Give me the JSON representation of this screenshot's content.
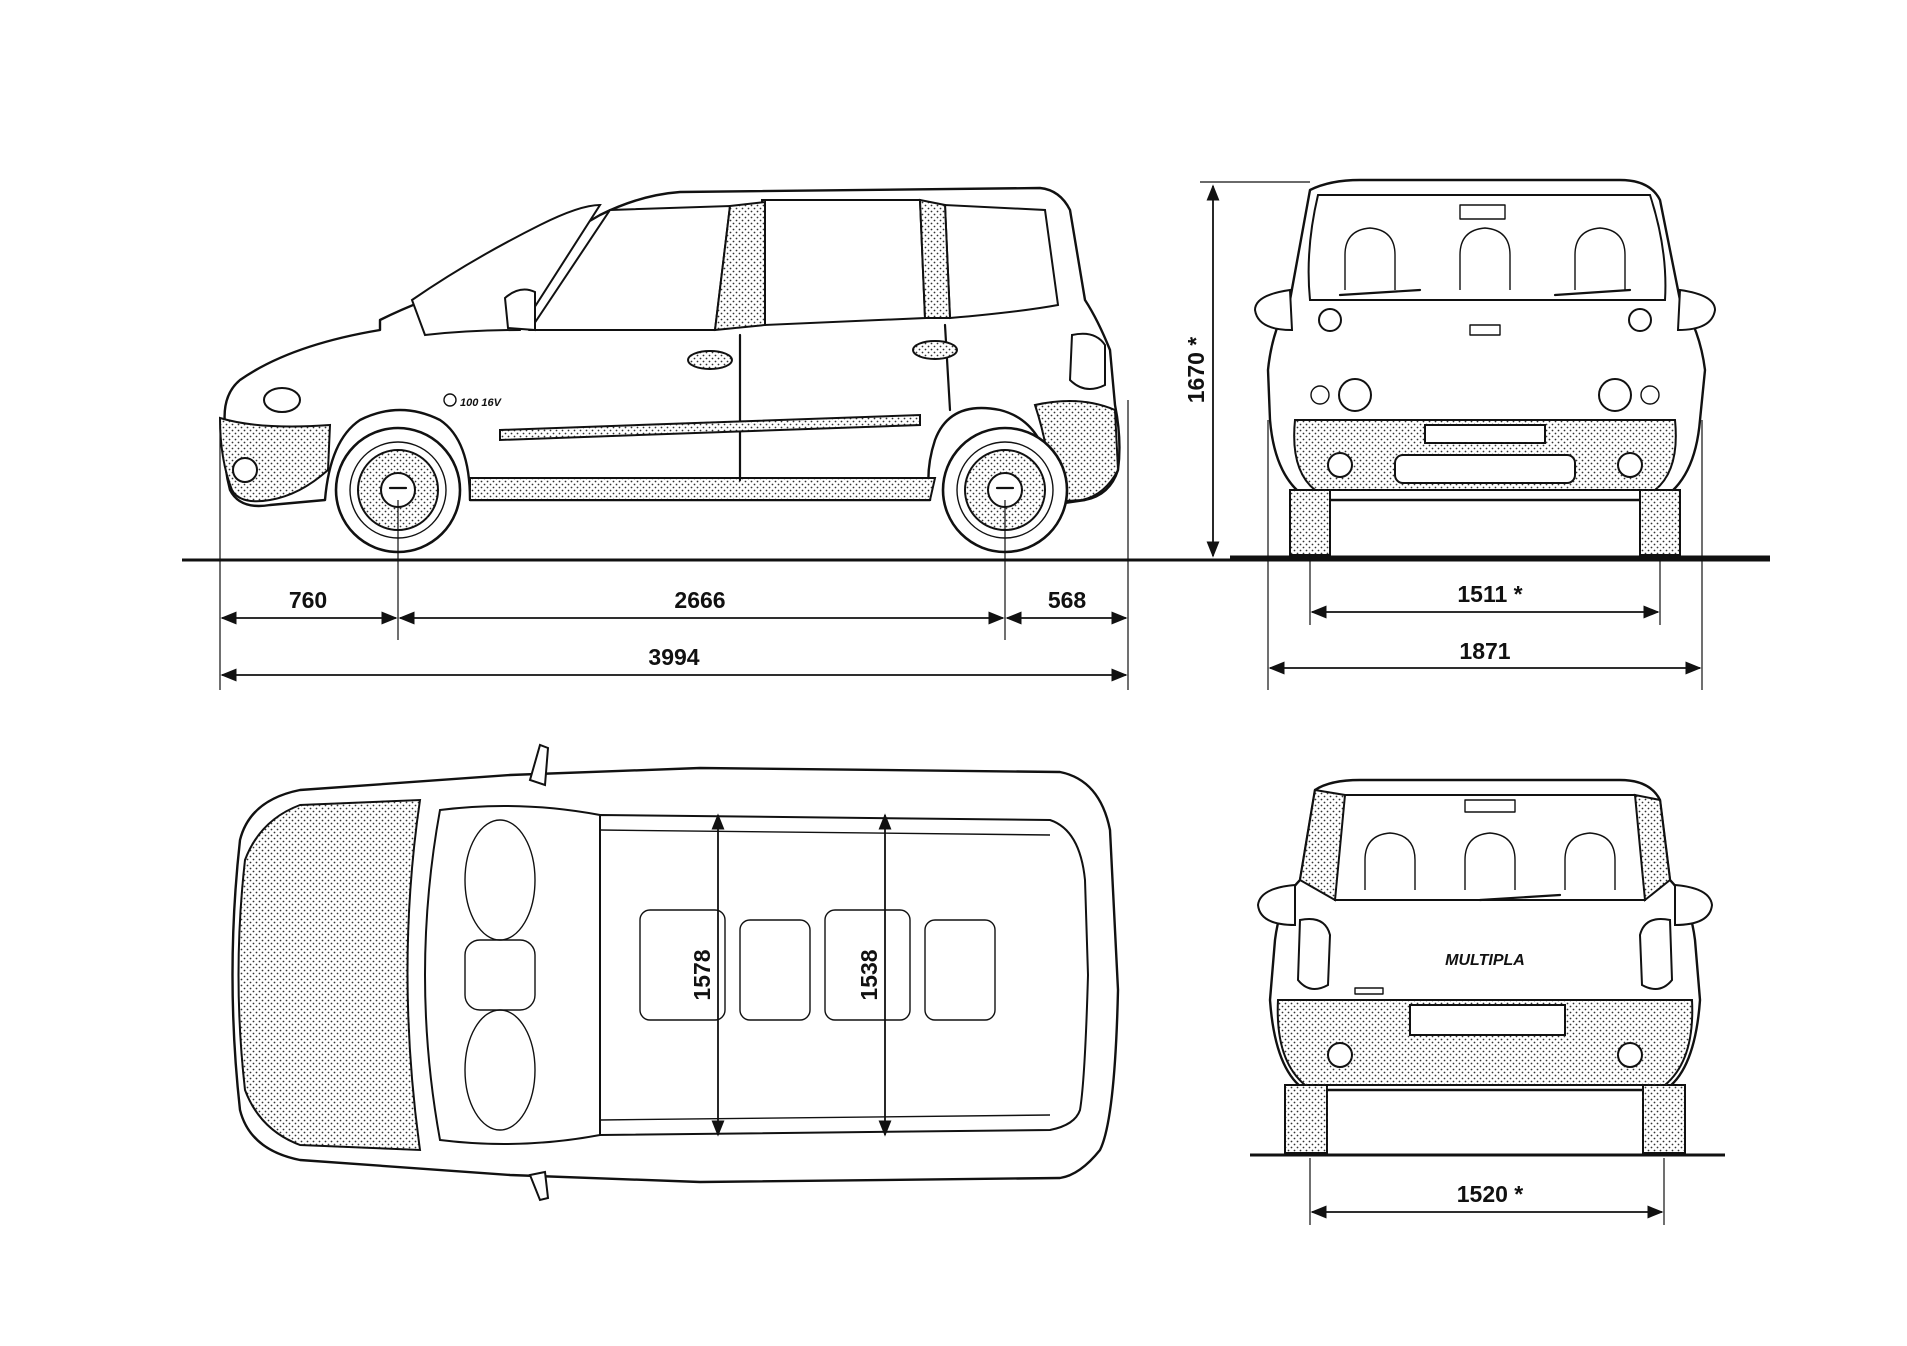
{
  "drawing": {
    "side_view": {
      "front_overhang": "760",
      "wheelbase": "2666",
      "rear_overhang": "568",
      "overall_length": "3994",
      "badge_text": "100 16V"
    },
    "front_view": {
      "height": "1670 *",
      "front_track": "1511 *",
      "overall_width": "1871"
    },
    "top_view": {
      "interior_width_front": "1578",
      "interior_width_rear": "1538"
    },
    "rear_view": {
      "rear_track": "1520 *",
      "badge_text": "MULTIPLA"
    }
  },
  "colors": {
    "ink": "#111111",
    "paper": "#ffffff"
  }
}
